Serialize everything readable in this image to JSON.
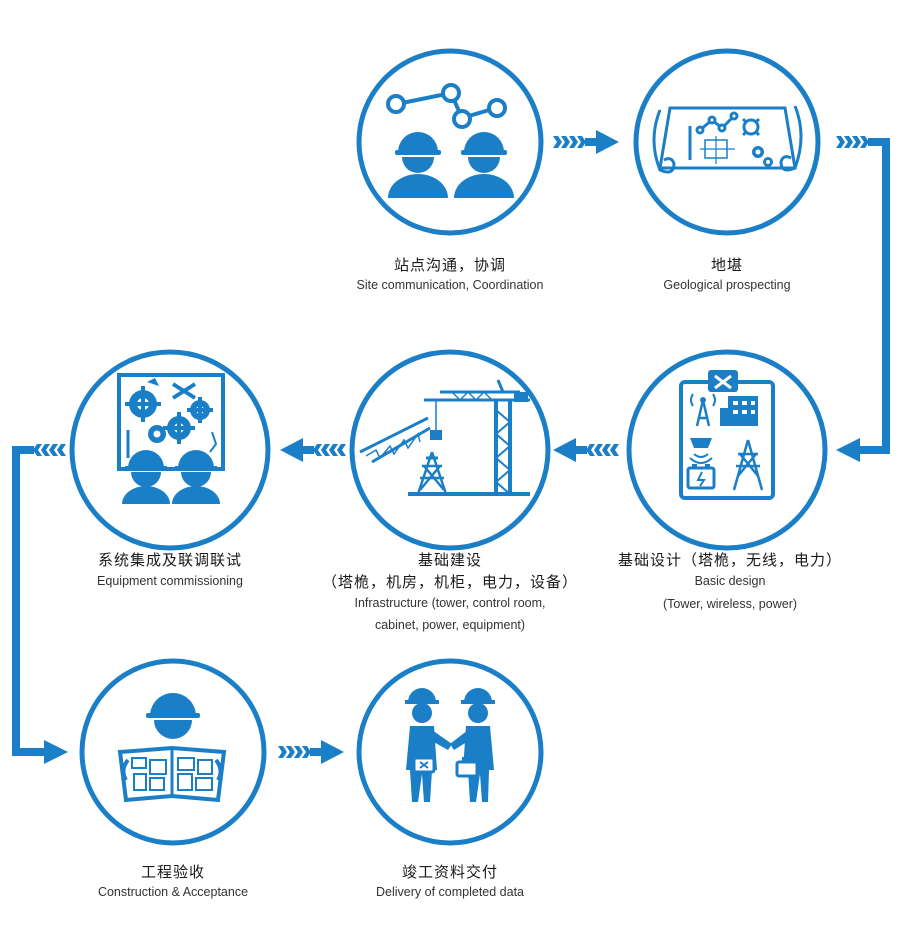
{
  "colors": {
    "accent": "#1b7fc8",
    "text": "#1a1a1a"
  },
  "steps": [
    {
      "zh": "站点沟通，协调",
      "en": "Site communication, Coordination",
      "icon": "workers-network-icon"
    },
    {
      "zh": "地堪",
      "en": "Geological prospecting",
      "icon": "blueprint-scroll-icon"
    },
    {
      "zh": "基础设计（塔桅，无线，电力）",
      "en": "Basic design",
      "en2": "(Tower, wireless, power)",
      "icon": "design-clipboard-icon"
    },
    {
      "zh": "基础建设",
      "zh2": "（塔桅，机房，机柜，电力，设备）",
      "en": "Infrastructure (tower, control room,",
      "en2": "cabinet, power, equipment)",
      "icon": "tower-crane-icon"
    },
    {
      "zh": "系统集成及联调联试",
      "en": "Equipment commissioning",
      "icon": "gears-workers-icon"
    },
    {
      "zh": "工程验收",
      "en": "Construction & Acceptance",
      "icon": "worker-reading-plan-icon"
    },
    {
      "zh": "竣工资料交付",
      "en": "Delivery of completed data",
      "icon": "handshake-icon"
    }
  ]
}
